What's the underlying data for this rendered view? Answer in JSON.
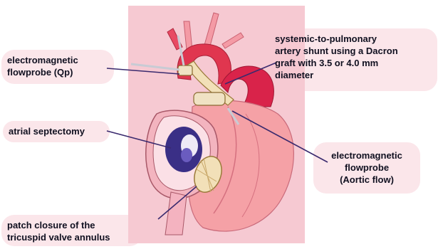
{
  "labels": {
    "flowprobe_qp": [
      "electromagnetic",
      "flowprobe (Qp)"
    ],
    "shunt": [
      "systemic-to-pulmonary",
      "artery shunt using a Dacron",
      "graft with 3.5 or 4.0 mm",
      "diameter"
    ],
    "atrial_septectomy": [
      "atrial septectomy"
    ],
    "flowprobe_aortic": [
      "electromagnetic",
      "flowprobe",
      "(Aortic flow)"
    ],
    "patch_closure": [
      "patch closure of the",
      "tricuspid valve annulus"
    ]
  },
  "colors": {
    "background_panel": "#f6c9d2",
    "label_bubble": "#fbe6ea",
    "heart_body": "#f5a1a6",
    "aorta": "#e0364f",
    "pulmonary_artery": "#d9234a",
    "shunt_graft": "#f2e0b8",
    "leader_line": "#3a2a6e",
    "septectomy_opening": "#3a2f86"
  }
}
